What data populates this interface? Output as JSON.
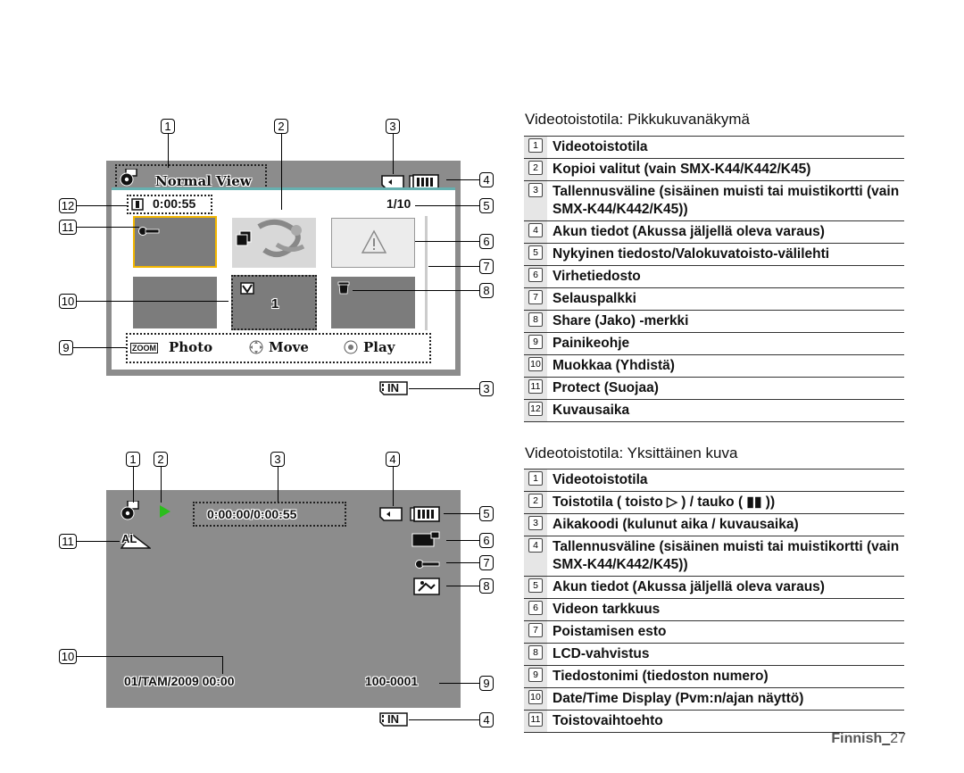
{
  "section1": {
    "title": "Videotoistotila: Pikkukuvanäkymä",
    "items": [
      {
        "n": "1",
        "text": "Videotoistotila"
      },
      {
        "n": "2",
        "text": "Kopioi valitut (vain SMX-K44/K442/K45)"
      },
      {
        "n": "3",
        "text": "Tallennusväline (sisäinen muisti tai muistikortti (vain SMX-K44/K442/K45))"
      },
      {
        "n": "4",
        "text": "Akun tiedot (Akussa jäljellä oleva varaus)"
      },
      {
        "n": "5",
        "text": "Nykyinen tiedosto/Valokuvatoisto-välilehti"
      },
      {
        "n": "6",
        "text": "Virhetiedosto"
      },
      {
        "n": "7",
        "text": "Selauspalkki"
      },
      {
        "n": "8",
        "text": "Share (Jako) -merkki"
      },
      {
        "n": "9",
        "text": "Painikeohje"
      },
      {
        "n": "10",
        "text": "Muokkaa (Yhdistä)"
      },
      {
        "n": "11",
        "text": "Protect (Suojaa)"
      },
      {
        "n": "12",
        "text": "Kuvausaika"
      }
    ]
  },
  "section2": {
    "title": "Videotoistotila: Yksittäinen kuva",
    "items": [
      {
        "n": "1",
        "text": "Videotoistotila"
      },
      {
        "n": "2",
        "text": "Toistotila ( toisto ▷ ) / tauko ( ▮▮ ))"
      },
      {
        "n": "3",
        "text": "Aikakoodi (kulunut aika / kuvausaika)"
      },
      {
        "n": "4",
        "text": "Tallennusväline (sisäinen muisti tai muistikortti (vain SMX-K44/K442/K45))"
      },
      {
        "n": "5",
        "text": "Akun tiedot (Akussa jäljellä oleva varaus)"
      },
      {
        "n": "6",
        "text": "Videon tarkkuus"
      },
      {
        "n": "7",
        "text": "Poistamisen esto"
      },
      {
        "n": "8",
        "text": "LCD-vahvistus"
      },
      {
        "n": "9",
        "text": "Tiedostonimi (tiedoston numero)"
      },
      {
        "n": "10",
        "text": "Date/Time Display (Pvm:n/ajan näyttö)"
      },
      {
        "n": "11",
        "text": "Toistovaihtoehto"
      }
    ]
  },
  "screen1": {
    "mode_label": "Normal View",
    "rec_time": "0:00:55",
    "counter": "1/10",
    "merge_count": "1",
    "zoom_label": "ZOOM",
    "guide_photo": "Photo",
    "guide_move": "Move",
    "guide_play": "Play",
    "storage_label": "IN"
  },
  "screen2": {
    "timecode": "0:00:00/0:00:55",
    "option_label": "AL",
    "datetime": "01/TAM/2009 00:00",
    "filename": "100-0001",
    "storage_label": "IN"
  },
  "callouts": {
    "c1": "1",
    "c2": "2",
    "c3": "3",
    "c4": "4",
    "c5": "5",
    "c6": "6",
    "c7": "7",
    "c8": "8",
    "c9": "9",
    "c10": "10",
    "c11": "11",
    "c12": "12"
  },
  "footer": {
    "language": "Finnish",
    "page": "27"
  }
}
